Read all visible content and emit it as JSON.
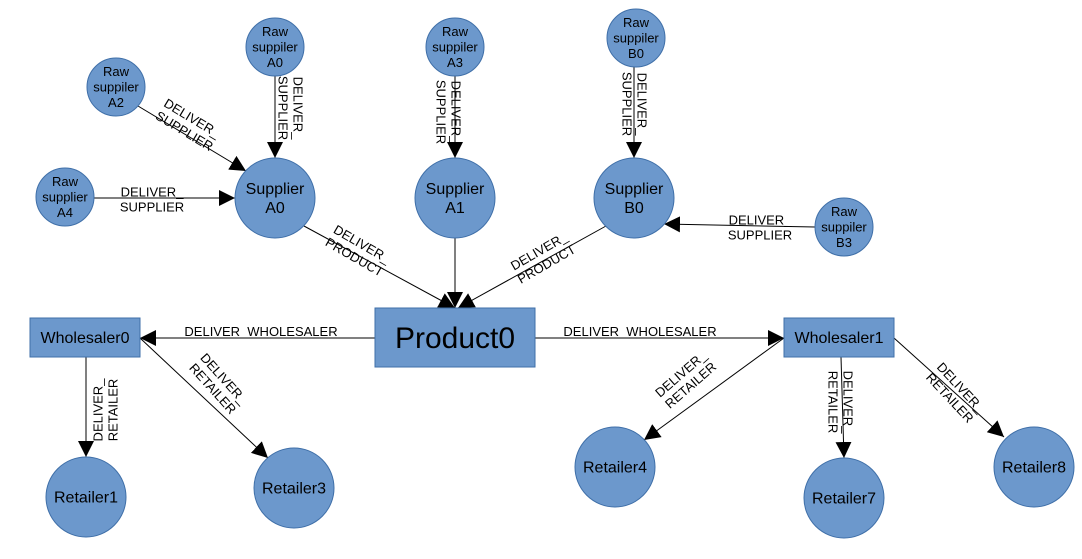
{
  "colors": {
    "node_fill": "#6c98cc",
    "node_stroke": "#3f6fa8",
    "edge": "#000000",
    "text": "#000000"
  },
  "nodes": {
    "raw_a0": {
      "lines": [
        "Raw",
        "suppiler",
        "A0"
      ]
    },
    "raw_a2": {
      "lines": [
        "Raw",
        "suppiler",
        "A2"
      ]
    },
    "raw_a3": {
      "lines": [
        "Raw",
        "suppiler",
        "A3"
      ]
    },
    "raw_a4": {
      "lines": [
        "Raw",
        "supplier",
        "A4"
      ]
    },
    "raw_b0": {
      "lines": [
        "Raw",
        "suppiler",
        "B0"
      ]
    },
    "raw_b3": {
      "lines": [
        "Raw",
        "suppiler",
        "B3"
      ]
    },
    "supplier_a0": {
      "lines": [
        "Supplier",
        "A0"
      ]
    },
    "supplier_a1": {
      "lines": [
        "Supplier",
        "A1"
      ]
    },
    "supplier_b0": {
      "lines": [
        "Supplier",
        "B0"
      ]
    },
    "product0": {
      "lines": [
        "Product0"
      ]
    },
    "wholesaler0": {
      "lines": [
        "Wholesaler0"
      ]
    },
    "wholesaler1": {
      "lines": [
        "Wholesaler1"
      ]
    },
    "retailer1": {
      "lines": [
        "Retailer1"
      ]
    },
    "retailer3": {
      "lines": [
        "Retailer3"
      ]
    },
    "retailer4": {
      "lines": [
        "Retailer4"
      ]
    },
    "retailer7": {
      "lines": [
        "Retailer7"
      ]
    },
    "retailer8": {
      "lines": [
        "Retailer8"
      ]
    }
  },
  "edges": [
    {
      "from": "raw_a0",
      "to": "supplier_a0",
      "label": [
        "DELIVER_",
        "SUPPLIER"
      ]
    },
    {
      "from": "raw_a2",
      "to": "supplier_a0",
      "label": [
        "DELIVER_",
        "SUPPLIER"
      ]
    },
    {
      "from": "raw_a4",
      "to": "supplier_a0",
      "label": [
        "DELIVER_",
        "SUPPLIER"
      ]
    },
    {
      "from": "raw_a3",
      "to": "supplier_a1",
      "label": [
        "DELIVER_",
        "SUPPLIER"
      ]
    },
    {
      "from": "raw_b0",
      "to": "supplier_b0",
      "label": [
        "DELIVER_",
        "SUPPLIER"
      ]
    },
    {
      "from": "raw_b3",
      "to": "supplier_b0",
      "label": [
        "DELIVER_",
        "SUPPLIER"
      ]
    },
    {
      "from": "supplier_a0",
      "to": "product0",
      "label": [
        "DELIVER_",
        "PRODUCT"
      ]
    },
    {
      "from": "supplier_a1",
      "to": "product0",
      "label": []
    },
    {
      "from": "supplier_b0",
      "to": "product0",
      "label": [
        "DELIVER_",
        "PRODUCT"
      ]
    },
    {
      "from": "product0",
      "to": "wholesaler0",
      "label": [
        "DELIVER_WHOLESALER"
      ]
    },
    {
      "from": "product0",
      "to": "wholesaler1",
      "label": [
        "DELIVER_WHOLESALER"
      ]
    },
    {
      "from": "wholesaler0",
      "to": "retailer1",
      "label": [
        "DELIVER_",
        "RETAILER"
      ]
    },
    {
      "from": "wholesaler0",
      "to": "retailer3",
      "label": [
        "DELIVER_",
        "RETAILER"
      ]
    },
    {
      "from": "wholesaler1",
      "to": "retailer4",
      "label": [
        "DELIVER_",
        "RETAILER"
      ]
    },
    {
      "from": "wholesaler1",
      "to": "retailer7",
      "label": [
        "DELIVER_",
        "RETAILER"
      ]
    },
    {
      "from": "wholesaler1",
      "to": "retailer8",
      "label": [
        "DELIVER_",
        "RETAILER"
      ]
    }
  ]
}
